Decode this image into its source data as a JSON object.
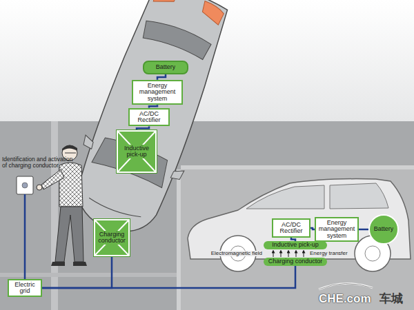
{
  "diagram": {
    "nodes": [
      {
        "text": [
          "Battery"
        ]
      },
      {
        "text": [
          "Energy management system"
        ]
      },
      {
        "text": [
          "AC/DC Rectifier"
        ]
      },
      {
        "text": [
          "Inductive pick-up"
        ]
      },
      {
        "text": [
          "Charging conductor"
        ]
      },
      {
        "text": [
          "Electric grid"
        ]
      },
      {
        "text": [
          "AC/DC Rectifier"
        ]
      },
      {
        "text": [
          "Energy management system"
        ]
      },
      {
        "text": [
          "Battery"
        ]
      },
      {
        "text": [
          "Inductive pick-up"
        ]
      },
      {
        "text": [
          "Charging conductor"
        ]
      }
    ],
    "edges": [
      {
        "from": 0,
        "to": 1,
        "arrow": "none"
      },
      {
        "from": 1,
        "to": 2,
        "arrow": "none"
      },
      {
        "from": 2,
        "to": 3,
        "arrow": "none"
      },
      {
        "from": 5,
        "to": 4,
        "arrow": "none"
      },
      {
        "from": 5,
        "to": 10,
        "arrow": "none"
      },
      {
        "from": 6,
        "to": 7,
        "arrow": "none"
      },
      {
        "from": 7,
        "to": 8,
        "arrow": "none"
      },
      {
        "from": 6,
        "to": 9,
        "arrow": "none"
      }
    ],
    "labels": [
      "Identification and activation of charging conductor",
      "Electromagnetic field",
      "Energy transfer",
      "CHE.com",
      "车城"
    ]
  }
}
